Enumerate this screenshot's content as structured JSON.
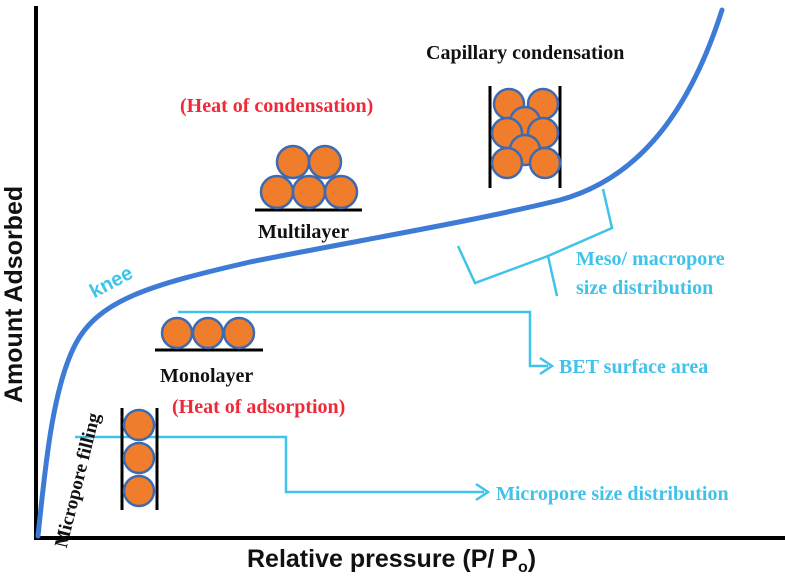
{
  "axes": {
    "y_label": "Amount Adsorbed",
    "x_label": "Relative pressure (P/ P",
    "x_label_subscript": "o",
    "x_label_close": ")"
  },
  "curve": {
    "color": "#3d7bd6",
    "knee_label": "knee",
    "micropore_filling_label": "Micropore filling"
  },
  "stages": {
    "capillary": {
      "label": "Capillary condensation"
    },
    "heat_condensation": {
      "label": "(Heat of condensation)"
    },
    "multilayer": {
      "label": "Multilayer"
    },
    "monolayer": {
      "label": "Monolayer"
    },
    "heat_adsorption": {
      "label": "(Heat of adsorption)"
    }
  },
  "annotations": {
    "meso_line1": "Meso/ macropore",
    "meso_line2": "size distribution",
    "bet": "BET surface area",
    "micropore_size": "Micropore size distribution"
  },
  "colors": {
    "molecule_fill": "#f07d2b",
    "molecule_stroke": "#3d6ab0",
    "annotation": "#3fc3ea",
    "heat_label": "#ee2a3a",
    "text": "#111111"
  }
}
